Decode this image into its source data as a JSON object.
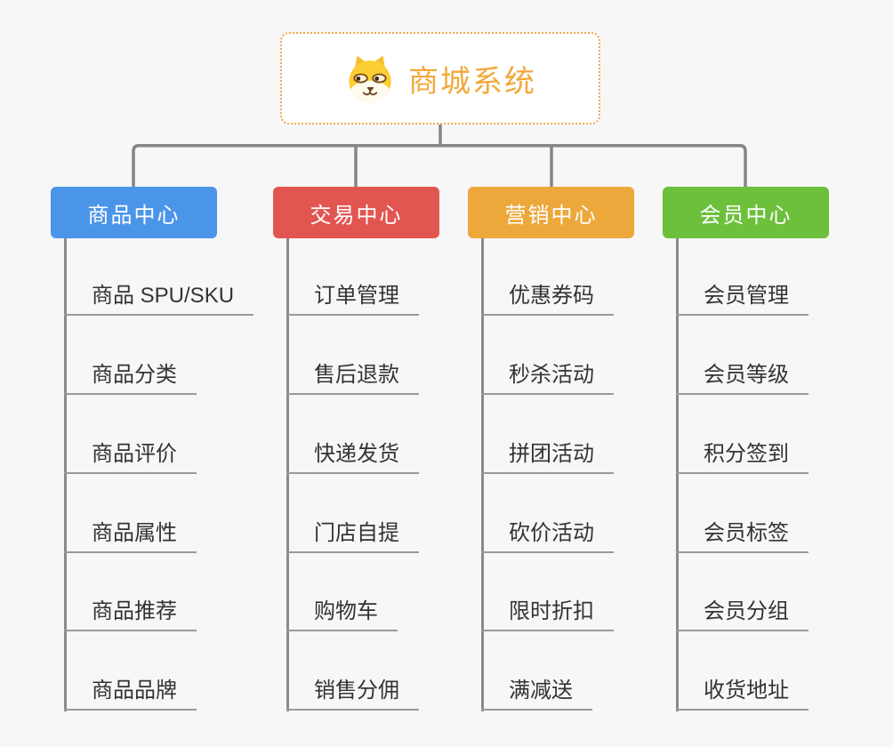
{
  "root": {
    "title": "商城系统",
    "icon": "shiba-dog-icon",
    "title_color": "#f2a93b",
    "border_color": "#f0a64f"
  },
  "connector_color": "#858585",
  "branches": [
    {
      "label": "商品中心",
      "color": "#4b95e8",
      "children": [
        "商品 SPU/SKU",
        "商品分类",
        "商品评价",
        "商品属性",
        "商品推荐",
        "商品品牌"
      ]
    },
    {
      "label": "交易中心",
      "color": "#e25652",
      "children": [
        "订单管理",
        "售后退款",
        "快递发货",
        "门店自提",
        "购物车",
        "销售分佣"
      ]
    },
    {
      "label": "营销中心",
      "color": "#eca83b",
      "children": [
        "优惠券码",
        "秒杀活动",
        "拼团活动",
        "砍价活动",
        "限时折扣",
        "满减送"
      ]
    },
    {
      "label": "会员中心",
      "color": "#6cc03b",
      "children": [
        "会员管理",
        "会员等级",
        "积分签到",
        "会员标签",
        "会员分组",
        "收货地址"
      ]
    }
  ]
}
